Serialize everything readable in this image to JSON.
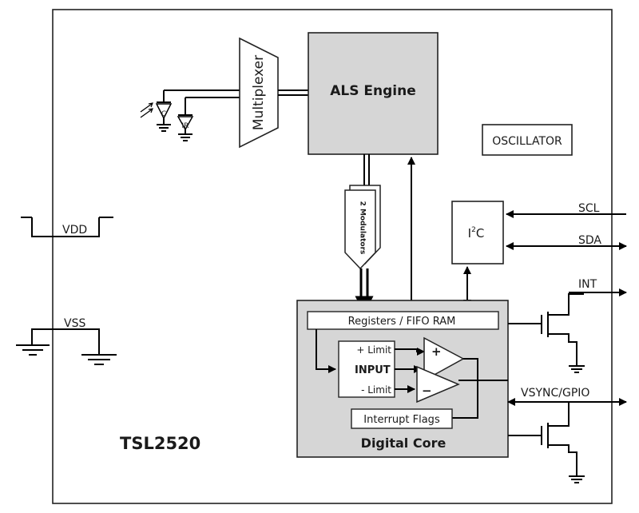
{
  "chip": {
    "name": "TSL2520"
  },
  "blocks": {
    "als_engine": "ALS Engine",
    "multiplexer": "Multiplexer",
    "oscillator": "OSCILLATOR",
    "i2c": {
      "base": "I",
      "sup": "2",
      "tail": "C"
    },
    "modulators": "2 Modulators",
    "digital_core": "Digital Core",
    "registers": "Registers / FIFO RAM",
    "plus_limit": "+ Limit",
    "input": "INPUT",
    "minus_limit": "- Limit",
    "interrupt_flags": "Interrupt Flags",
    "comp_plus": "+",
    "comp_minus": "−"
  },
  "photodiodes": {
    "clear": "C",
    "ir": "IR"
  },
  "pins": {
    "vdd": "VDD",
    "vss": "VSS",
    "scl": "SCL",
    "sda": "SDA",
    "int": "INT",
    "vsync": "VSYNC/GPIO"
  }
}
